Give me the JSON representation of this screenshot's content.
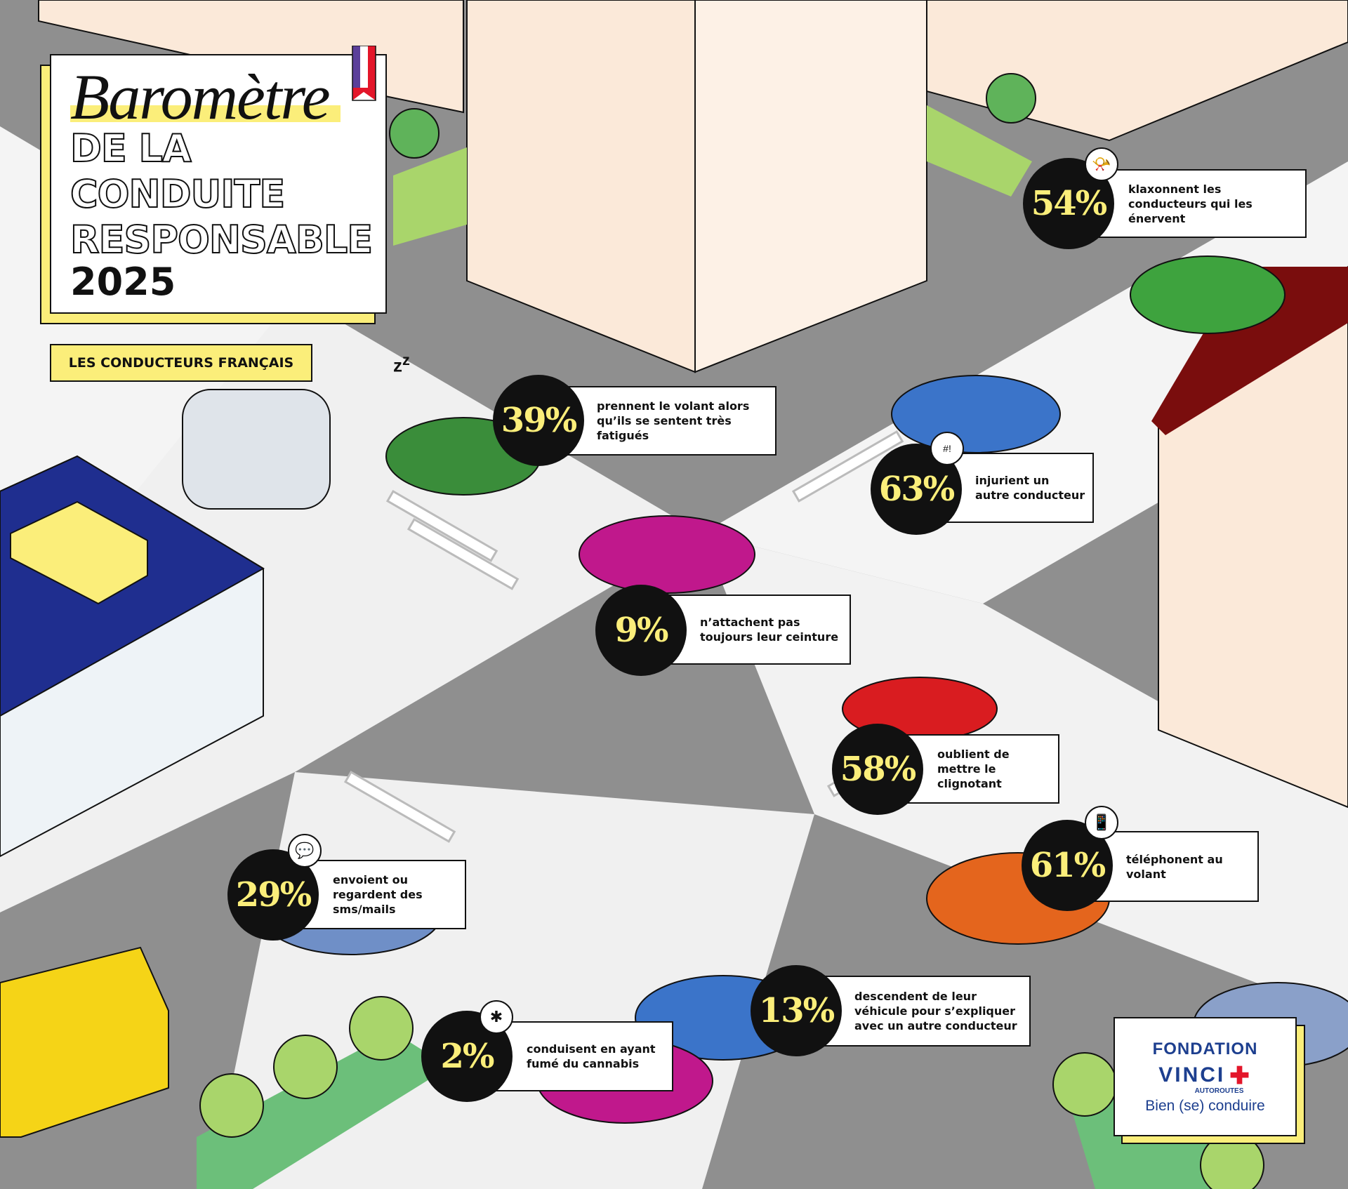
{
  "title": {
    "script": "Baromètre",
    "lines": [
      "DE LA",
      "CONDUITE",
      "RESPONSABLE"
    ],
    "year": "2025",
    "subtitle": "LES CONDUCTEURS FRANÇAIS"
  },
  "stats": [
    {
      "value": "54%",
      "text": "klaxonnent les conducteurs qui les énervent",
      "icon": "horn-icon"
    },
    {
      "value": "39%",
      "text": "prennent le volant alors qu’ils se sentent très fatigués",
      "icon": "sleep-icon"
    },
    {
      "value": "63%",
      "text": "injurient un autre conducteur",
      "icon": "swear-bubble-icon"
    },
    {
      "value": "9%",
      "text": "n’attachent pas toujours leur ceinture",
      "icon": "seatbelt-icon"
    },
    {
      "value": "58%",
      "text": "oublient de mettre le clignotant",
      "icon": "blinker-icon"
    },
    {
      "value": "61%",
      "text": "téléphonent au volant",
      "icon": "phone-icon"
    },
    {
      "value": "29%",
      "text": "envoient ou regardent des sms/mails",
      "icon": "message-icon"
    },
    {
      "value": "13%",
      "text": "descendent de leur véhicule pour s’expliquer avec un autre conducteur",
      "icon": "argue-icon"
    },
    {
      "value": "2%",
      "text": "conduisent en ayant fumé du cannabis",
      "icon": "cannabis-icon"
    }
  ],
  "logo": {
    "line1": "FONDATION",
    "line2": "VINCI",
    "line3": "AUTOROUTES",
    "line4": "Bien (se) conduire"
  },
  "colors": {
    "accent": "#fbee7a",
    "ink": "#111111",
    "brand": "#1d3f8f",
    "brand_red": "#e3162a"
  }
}
